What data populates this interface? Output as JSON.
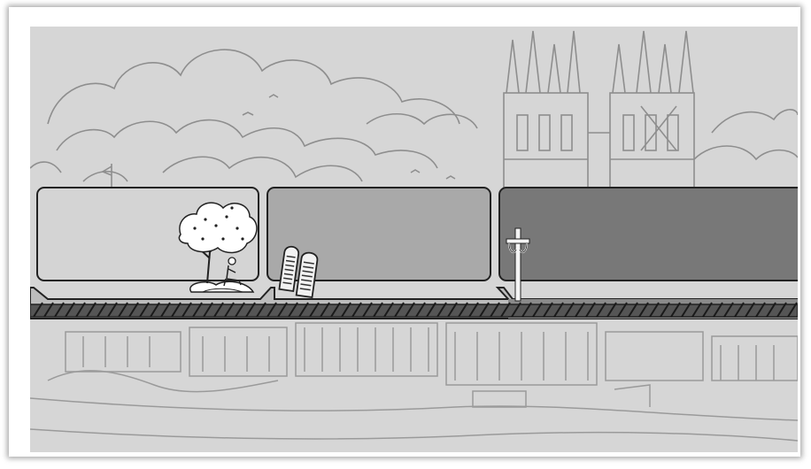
{
  "scene": {
    "panels": [
      {
        "name": "panel-1",
        "fill": "#d4d4d4",
        "elements": [
          "tree-icon",
          "seated-figure-icon"
        ]
      },
      {
        "name": "panel-2",
        "fill": "#a9a9a9",
        "elements": [
          "stone-tablets-icon"
        ]
      },
      {
        "name": "panel-3",
        "fill": "#787878",
        "elements": [
          "cross-icon"
        ]
      }
    ],
    "colors": {
      "background": "#d6d6d6",
      "line_art": "#8c8c8c",
      "outline": "#222222",
      "shelf": "#3a3a3a"
    }
  }
}
